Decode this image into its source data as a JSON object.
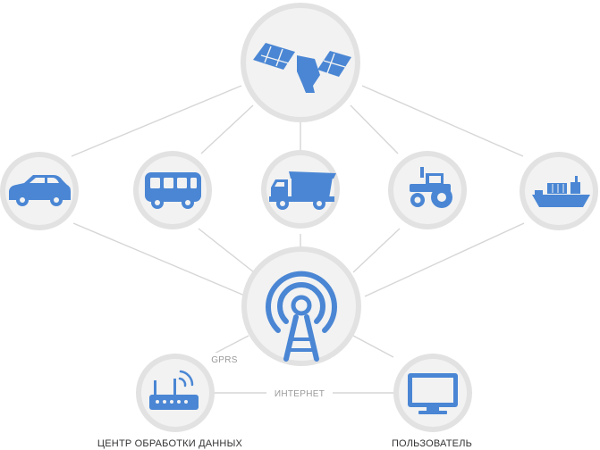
{
  "labels": {
    "gprs": "GPRS",
    "internet": "ИНТЕРНЕТ",
    "data_center": "ЦЕНТР ОБРАБОТКИ ДАННЫХ",
    "user": "ПОЛЬЗОВАТЕЛЬ"
  },
  "colors": {
    "icon": "#4a86d4",
    "node_ring": "#e2e2e2",
    "node_fill": "#f2f2f2",
    "connector": "#d6d6d6"
  },
  "nodes": [
    {
      "id": "satellite",
      "icon": "satellite-icon"
    },
    {
      "id": "car",
      "icon": "car-icon"
    },
    {
      "id": "bus",
      "icon": "bus-icon"
    },
    {
      "id": "dump-truck",
      "icon": "dump-truck-icon"
    },
    {
      "id": "tractor",
      "icon": "tractor-icon"
    },
    {
      "id": "ship",
      "icon": "cargo-ship-icon"
    },
    {
      "id": "cell-tower",
      "icon": "cell-tower-icon"
    },
    {
      "id": "router",
      "icon": "router-icon"
    },
    {
      "id": "monitor",
      "icon": "monitor-icon"
    }
  ]
}
